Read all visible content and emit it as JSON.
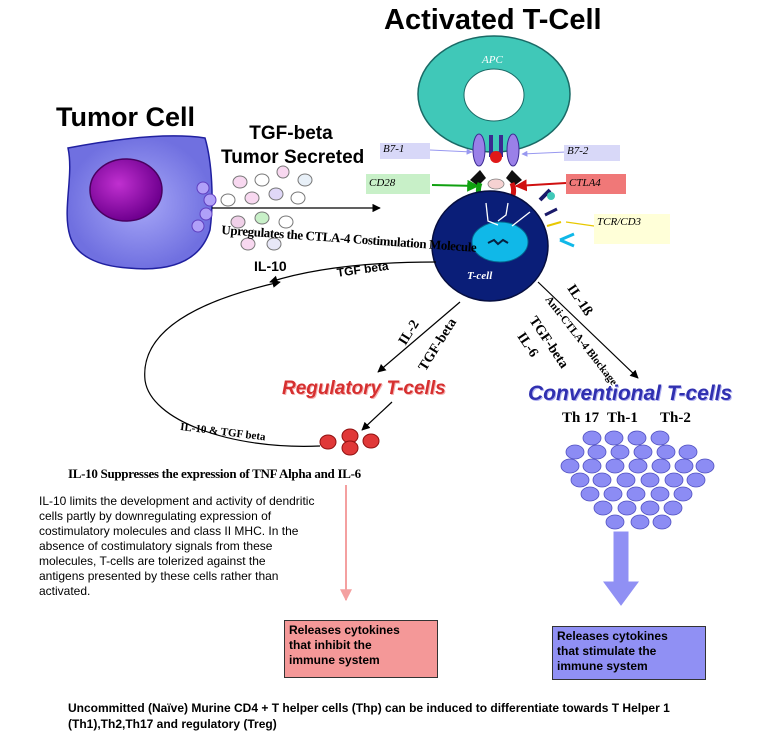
{
  "title": "Activated T-Cell",
  "tumor_cell_label": "Tumor Cell",
  "tgf_tumor_secreted": [
    "TGF-beta",
    "Tumor Secreted"
  ],
  "apc_label": "APC",
  "tcell_label": "T-cell",
  "receptor_tags": {
    "b71": "B7-1",
    "b72": "B7-2",
    "cd28": "CD28",
    "ctla4": "CTLA4",
    "tcr": "TCR/CD3"
  },
  "upregulates_text": "Upregulates the CTLA-4 Costimulation Molecule",
  "il10_label": "IL-10",
  "tgf_beta_arrow_label": "TGF beta",
  "il2_label": "IL-2",
  "tgf_beta_treg_label": "TGF-beta",
  "right_arrow_labels": [
    "IL-1ß",
    "Anti-CTLA-4 Blockage",
    "TGF-beta",
    "IL-6"
  ],
  "regulatory_label": "Regulatory T-cells",
  "conventional_label": "Conventional T-cells",
  "th_labels": [
    "Th 17",
    "Th-1",
    "Th-2"
  ],
  "loop_label": "IL-10  & TGF beta",
  "il10_suppresses": "IL-10 Suppresses the expression of TNF Alpha and IL-6",
  "paragraph_lines": [
    "IL-10 limits the development and activity of dendritic",
    "cells partly by downregulating expression of",
    "costimulatory molecules and class II MHC. In the",
    "absence of costimulatory signals from these",
    "molecules, T-cells are tolerized against the",
    "antigens presented by these cells rather than",
    "activated."
  ],
  "inhibit_box_lines": [
    "Releases cytokines",
    "that inhibit the",
    "immune system"
  ],
  "stimulate_box_lines": [
    "Releases cytokines",
    "that stimulate the",
    "immune system"
  ],
  "footer_lines": [
    "Uncommitted (Naïve) Murine CD4 + T helper cells (Thp) can be induced to differentiate towards T Helper  1",
    "(Th1),Th2,Th17 and regulatory (Treg)"
  ],
  "colors": {
    "apc_fill": "#40c8b8",
    "tcell_fill": "#0a1e78",
    "tcell_nucleus": "#10b8e8",
    "tumor_fill": "#8c8cf0",
    "tumor_nucleus": "#9010a0",
    "treg_fill": "#e03838",
    "conventional_fill": "#8c8cf4",
    "regulatory_text": "#d63030",
    "conventional_text": "#3030b0",
    "inhibit_box": "#f49898",
    "stimulate_box": "#9090f4",
    "b7_tag": "#d8d8f8",
    "cd28_tag": "#c8f0c8",
    "ctla4_tag": "#f07878",
    "tcr_tag": "#ffffd8"
  }
}
